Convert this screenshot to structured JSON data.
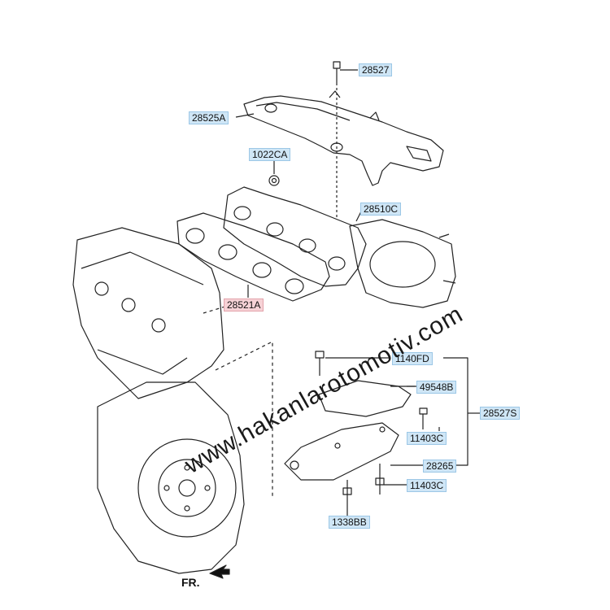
{
  "labels": {
    "p28527": "28527",
    "p28525A": "28525A",
    "p1022CA": "1022CA",
    "p28510C": "28510C",
    "p28521A": "28521A",
    "p1140FD": "1140FD",
    "p49548B": "49548B",
    "p28527S": "28527S",
    "p11403C_a": "11403C",
    "p28265": "28265",
    "p11403C_b": "11403C",
    "p1338BB": "1338BB"
  },
  "direction_label": "FR.",
  "watermark": "www.hakanlarotomotiv.com",
  "colors": {
    "label_blue": "#cfe6f6",
    "label_pink": "#f6d2d6",
    "line": "#222222"
  }
}
